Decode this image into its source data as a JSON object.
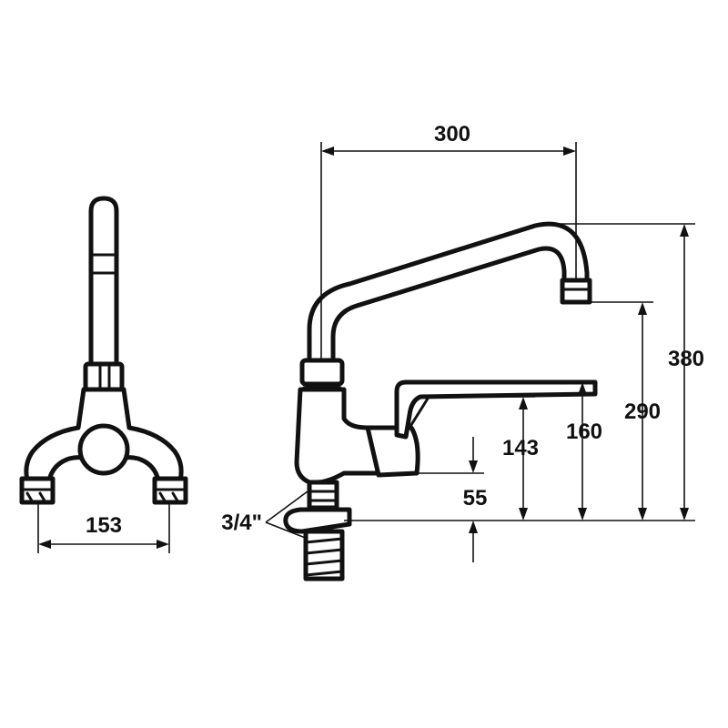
{
  "dimensions": {
    "width_front": "153",
    "reach": "300",
    "height_total": "380",
    "height_outlet": "290",
    "height_lever": "160",
    "height_body": "143",
    "base_height": "55",
    "thread": "3/4\""
  }
}
